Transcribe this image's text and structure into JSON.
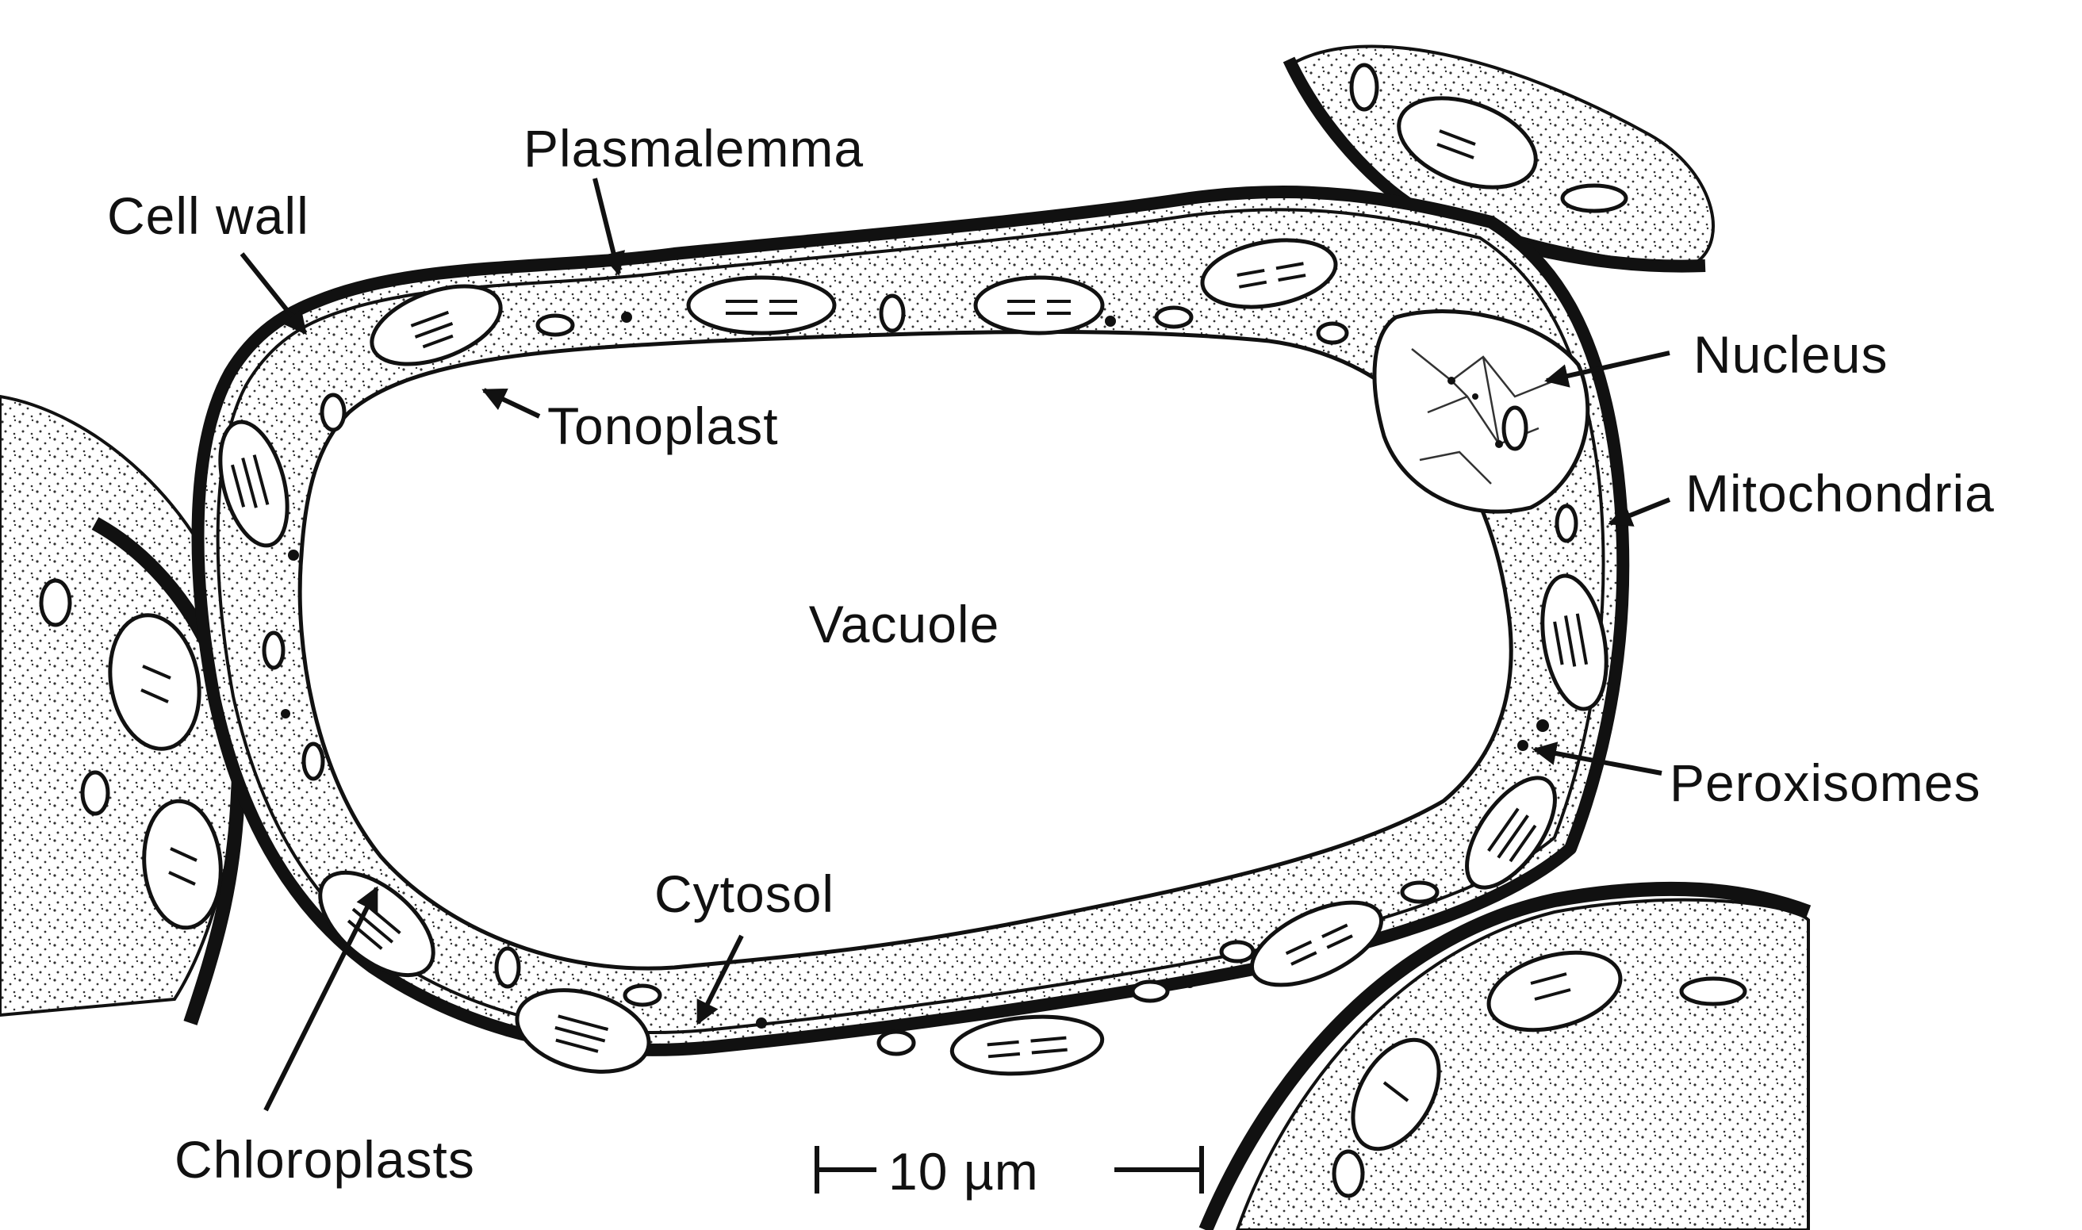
{
  "labels": {
    "plasmalemma": "Plasmalemma",
    "cell_wall": "Cell wall",
    "tonoplast": "Tonoplast",
    "nucleus": "Nucleus",
    "mitochondria": "Mitochondria",
    "vacuole": "Vacuole",
    "peroxisomes": "Peroxisomes",
    "cytosol": "Cytosol",
    "chloroplasts": "Chloroplasts",
    "scale_bar": "10 µm"
  }
}
